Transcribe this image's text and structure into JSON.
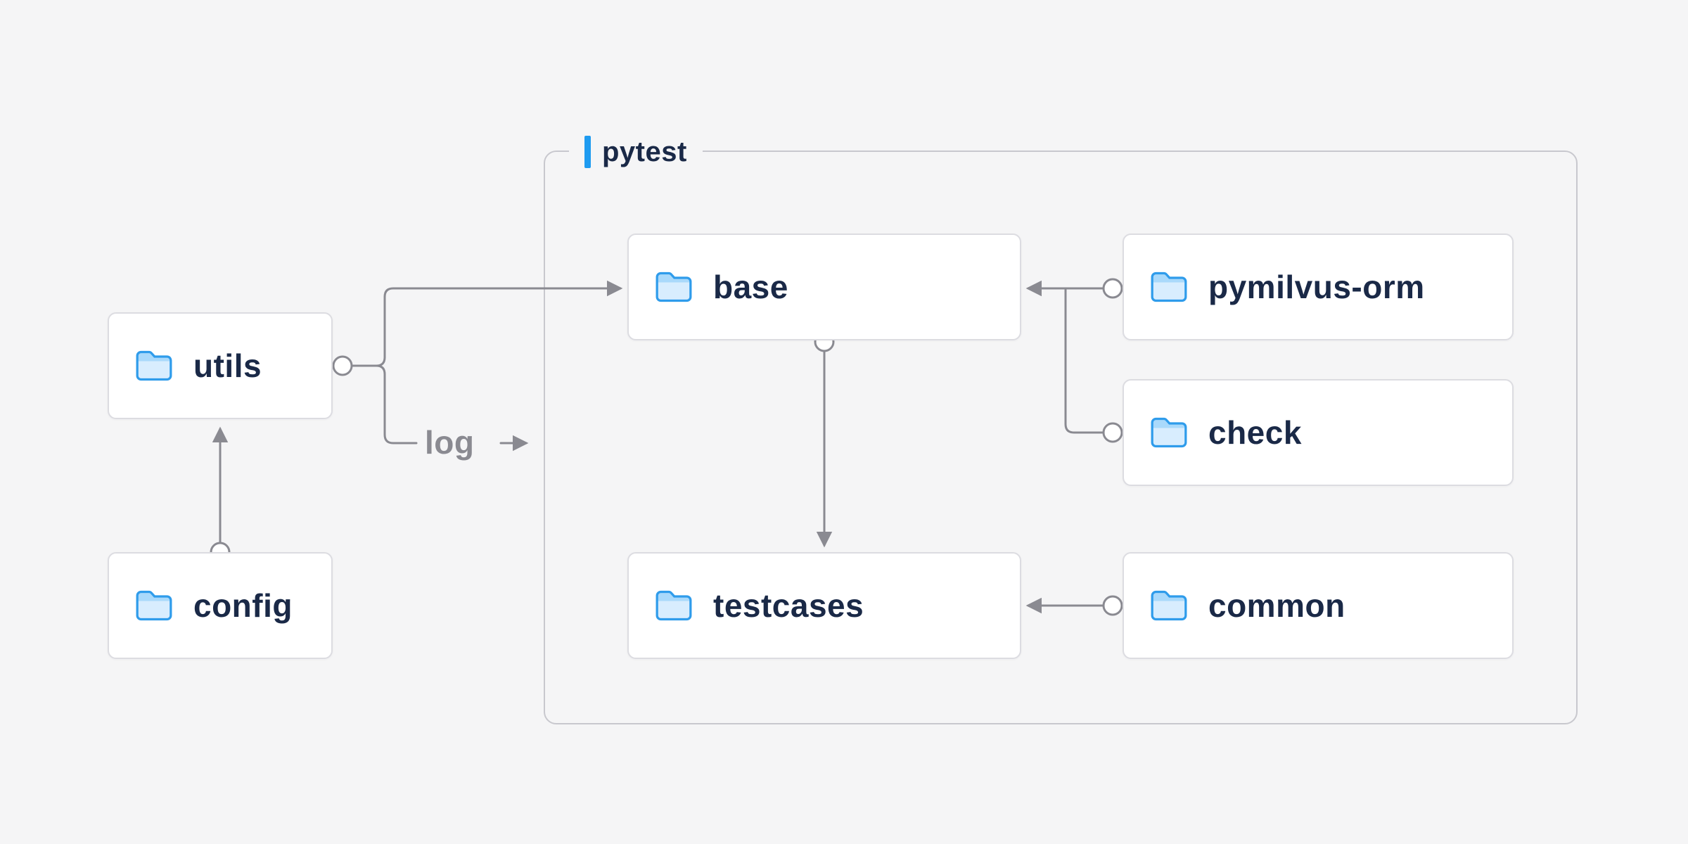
{
  "group": {
    "label": "pytest"
  },
  "nodes": {
    "utils": {
      "label": "utils",
      "icon": "folder-icon"
    },
    "config": {
      "label": "config",
      "icon": "folder-icon"
    },
    "base": {
      "label": "base",
      "icon": "folder-icon"
    },
    "pymilvus_orm": {
      "label": "pymilvus-orm",
      "icon": "folder-icon"
    },
    "check": {
      "label": "check",
      "icon": "folder-icon"
    },
    "testcases": {
      "label": "testcases",
      "icon": "folder-icon"
    },
    "common": {
      "label": "common",
      "icon": "folder-icon"
    }
  },
  "labels": {
    "log": "log"
  },
  "edges": [
    {
      "from": "config",
      "to": "utils"
    },
    {
      "from": "utils",
      "to": "base"
    },
    {
      "from": "utils",
      "to": "log",
      "label": "log"
    },
    {
      "from": "pymilvus-orm",
      "to": "base"
    },
    {
      "from": "check",
      "to": "base"
    },
    {
      "from": "base",
      "to": "testcases"
    },
    {
      "from": "common",
      "to": "testcases"
    }
  ],
  "colors": {
    "background": "#f5f5f6",
    "node_background": "#ffffff",
    "node_border": "#dcdce1",
    "group_border": "#c8c8ce",
    "text": "#1a2947",
    "connector": "#8a8a91",
    "accent_blue": "#1e9bf0",
    "folder_fill": "#d8edfe",
    "folder_stroke": "#2f9ceb"
  }
}
